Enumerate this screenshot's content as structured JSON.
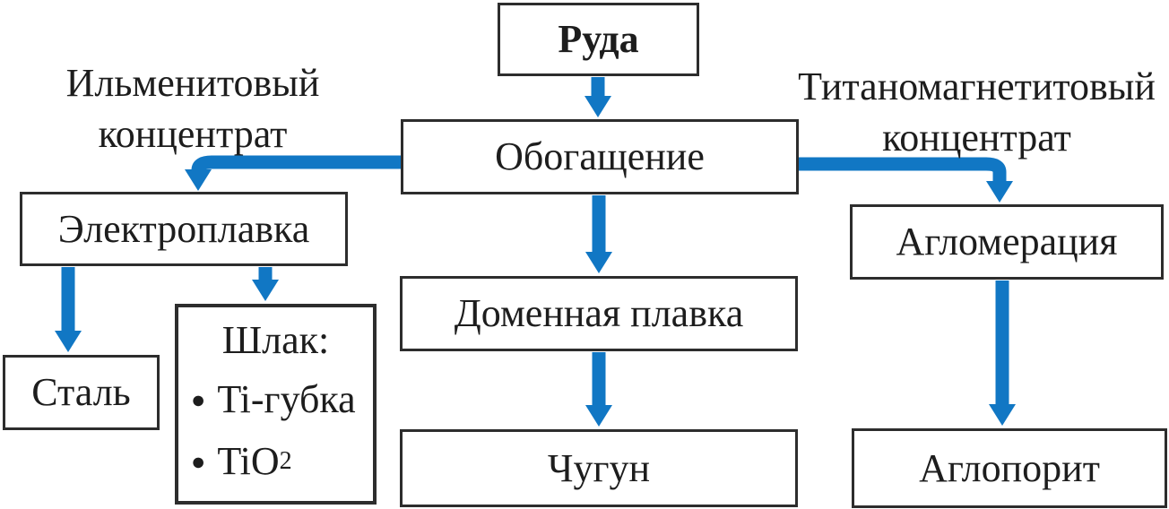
{
  "palette": {
    "arrow_blue": "#1177c4",
    "box_border": "#2d2d2d",
    "text": "#1d1d1d",
    "background": "#ffffff"
  },
  "side_labels": {
    "ilmenite": {
      "line1": "Ильменитовый",
      "line2": "концентрат"
    },
    "titanomagnetite": {
      "line1": "Титаномагнетитовый",
      "line2": "концентрат"
    }
  },
  "nodes": {
    "ruda": "Руда",
    "obogashchenie": "Обогащение",
    "elektroplavka": "Электроплавка",
    "stal": "Сталь",
    "shlak": {
      "title": "Шлак:",
      "bullet": "●",
      "items": [
        {
          "text": "Ti-губка",
          "sub": ""
        },
        {
          "text": "TiO",
          "sub": "2"
        }
      ]
    },
    "domennaya_plavka": "Доменная плавка",
    "chugun": "Чугун",
    "aglomeratsiya": "Агломерация",
    "agloporit": "Аглопорит"
  },
  "edges": [
    {
      "from": "Руда",
      "to": "Обогащение"
    },
    {
      "from": "Обогащение",
      "to": "Электроплавка",
      "via_label": "Ильменитовый концентрат"
    },
    {
      "from": "Обогащение",
      "to": "Доменная плавка"
    },
    {
      "from": "Обогащение",
      "to": "Агломерация",
      "via_label": "Титаномагнетитовый концентрат"
    },
    {
      "from": "Электроплавка",
      "to": "Сталь"
    },
    {
      "from": "Электроплавка",
      "to": "Шлак: Ti-губка, TiO2"
    },
    {
      "from": "Доменная плавка",
      "to": "Чугун"
    },
    {
      "from": "Агломерация",
      "to": "Аглопорит"
    }
  ]
}
